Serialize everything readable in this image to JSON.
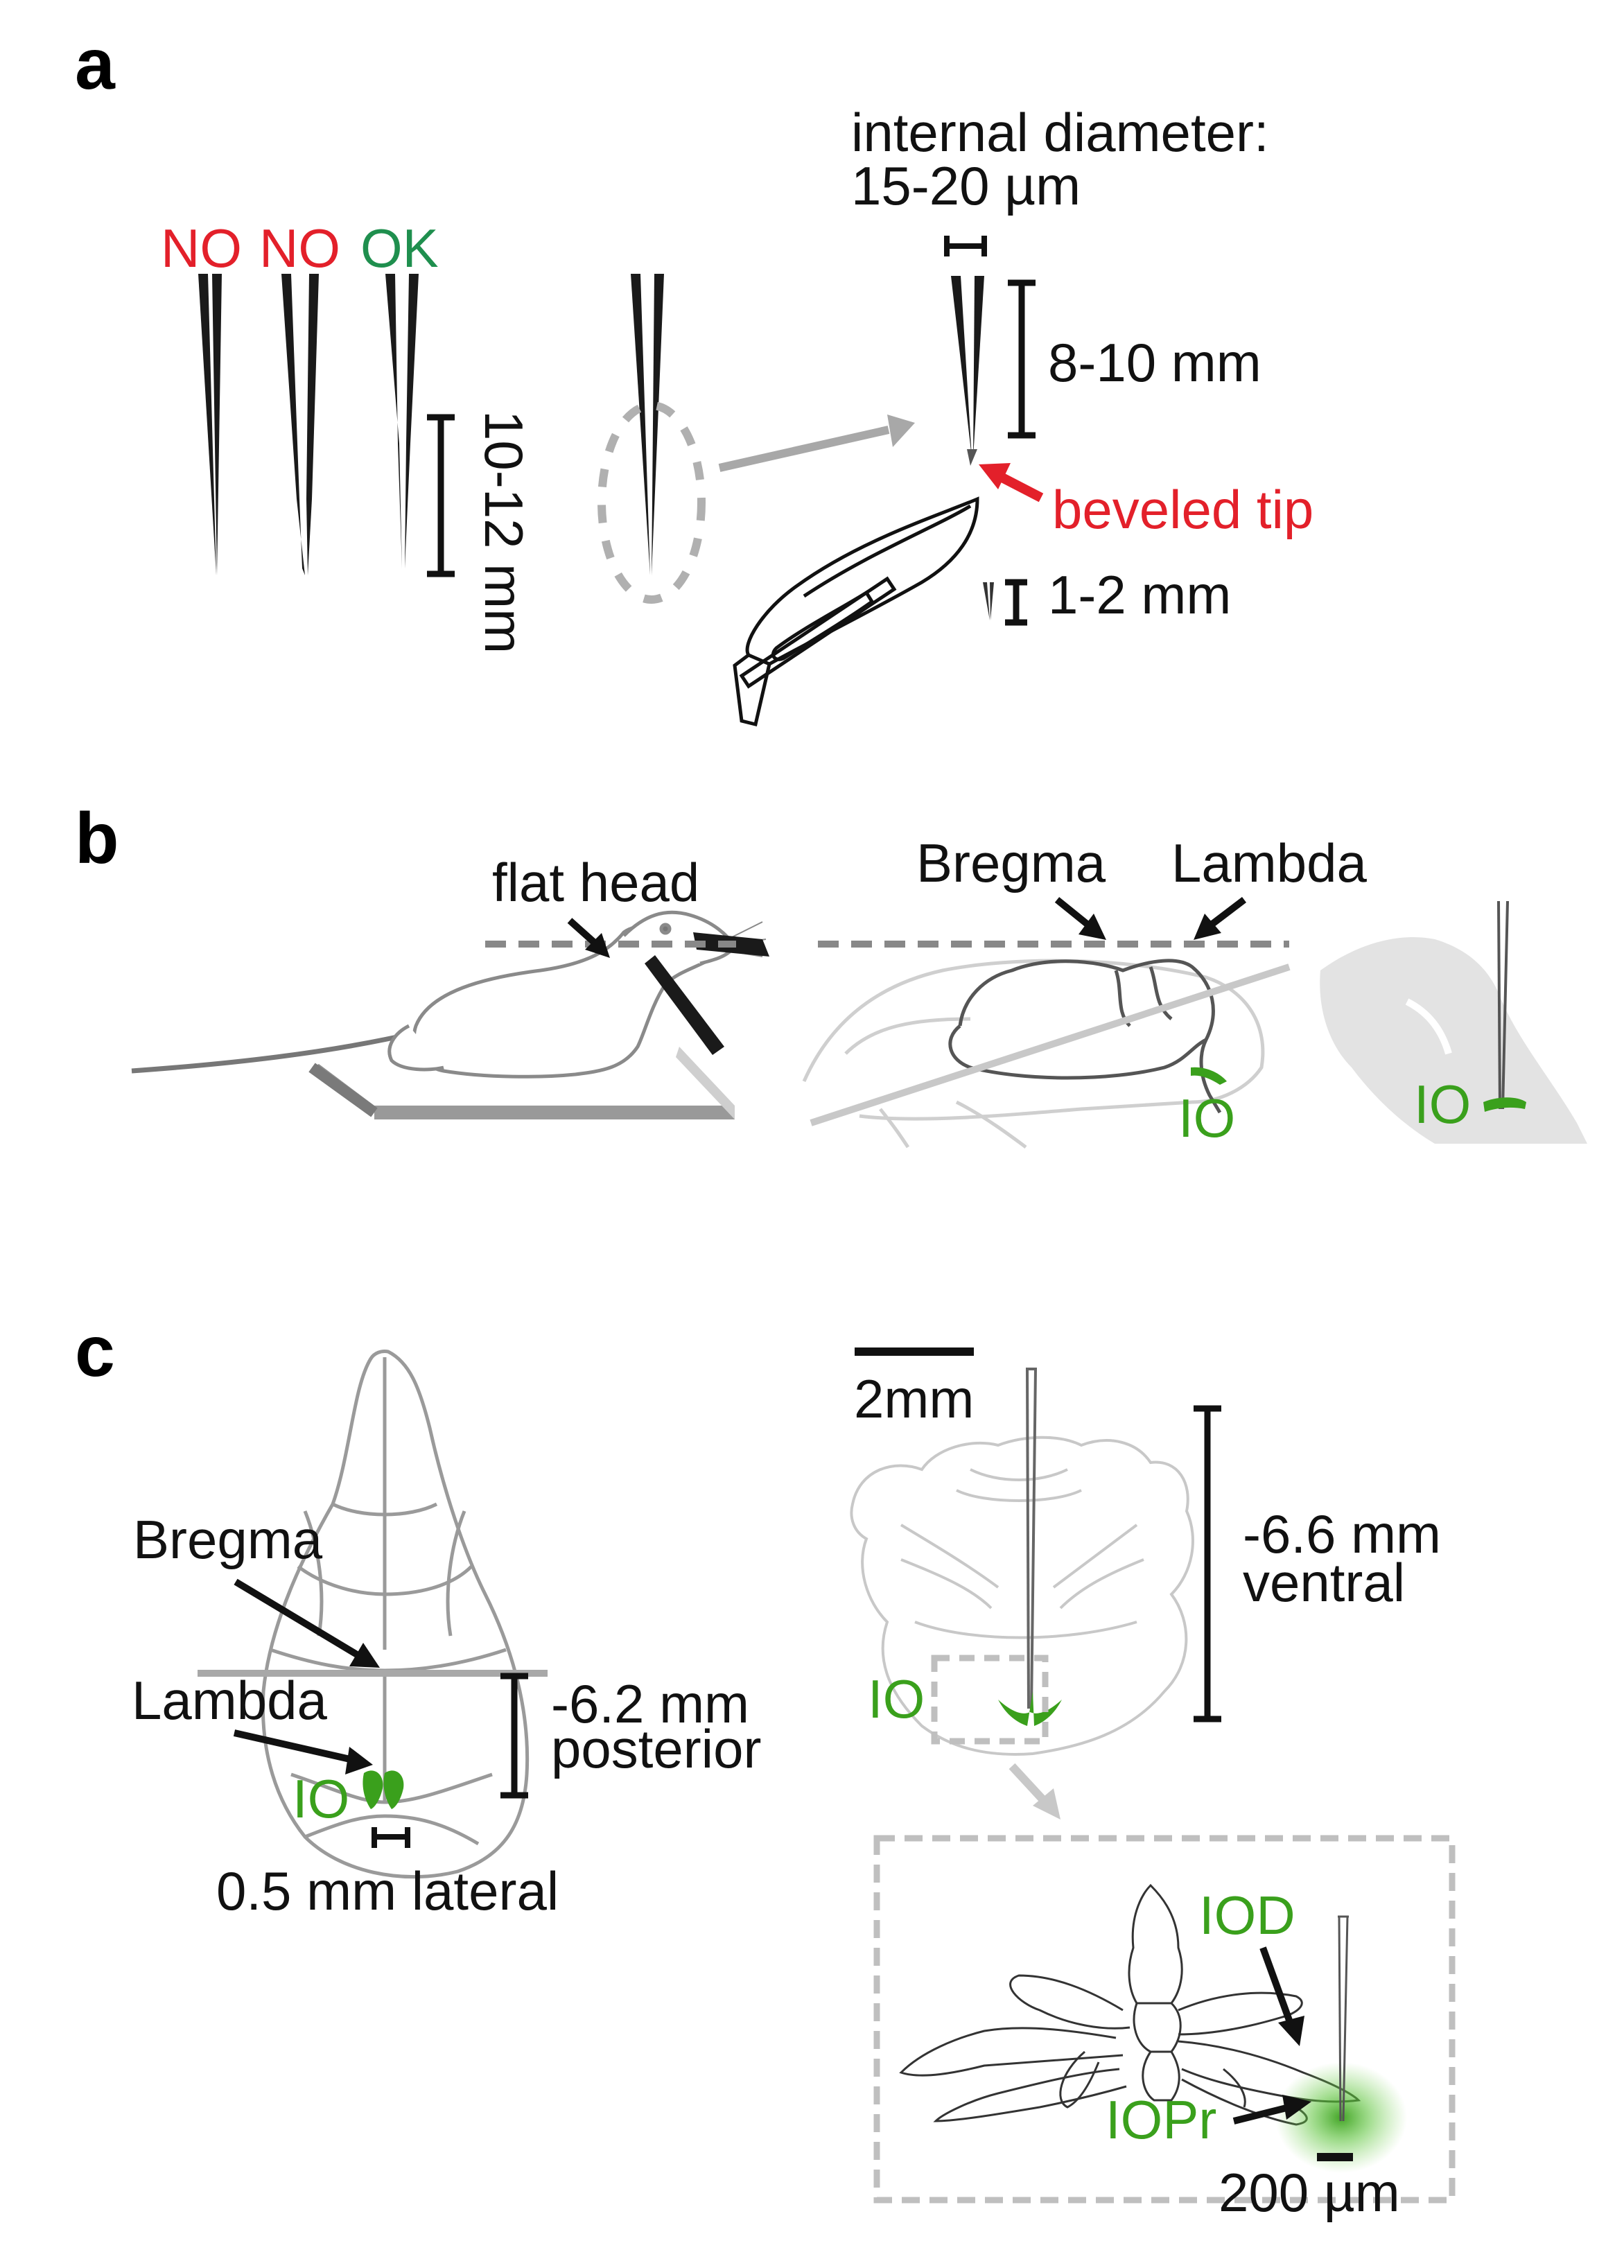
{
  "panels": {
    "a": {
      "letter": "a",
      "pipette_labels": [
        "NO",
        "NO",
        "OK"
      ],
      "length_label": "10-12 mm",
      "diameter_label_line1": "internal diameter:",
      "diameter_label_line2": "15-20 µm",
      "shank_label": "8-10 mm",
      "tip_label": "beveled tip",
      "cut_label": "1-2 mm"
    },
    "b": {
      "letter": "b",
      "flat_head_label": "flat head",
      "bregma_label": "Bregma",
      "lambda_label": "Lambda",
      "io_label_1": "IO",
      "io_label_2": "IO"
    },
    "c": {
      "letter": "c",
      "bregma_label": "Bregma",
      "lambda_label": "Lambda",
      "io_label_skull": "IO",
      "posterior_line1": "-6.2 mm",
      "posterior_line2": "posterior",
      "lateral_label": "0.5 mm lateral",
      "scale_label": "2mm",
      "ventral_line1": "-6.6 mm",
      "ventral_line2": "ventral",
      "io_label_section": "IO",
      "iod_label": "IOD",
      "iopr_label": "IOPr",
      "scale_small_label": "200 µm"
    }
  },
  "colors": {
    "red": "#e3202a",
    "green": "#3aa01c",
    "teal": "#1f8f4e",
    "gray": "#9a9a9a",
    "light_gray": "#e3e3e3"
  }
}
